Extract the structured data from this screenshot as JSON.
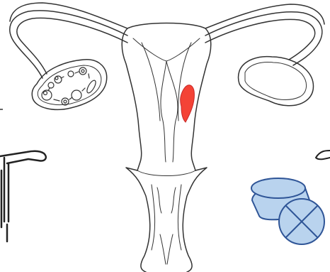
{
  "diagram": {
    "highlight_color": "#f44336",
    "outline_color": "#333333",
    "pill_fill": "#b9d3ee",
    "pill_stroke": "#2f5597",
    "icons": [
      "uterus-illustration",
      "ovary-follicle-cycle",
      "iud-device",
      "contraceptive-pill-icon"
    ]
  }
}
